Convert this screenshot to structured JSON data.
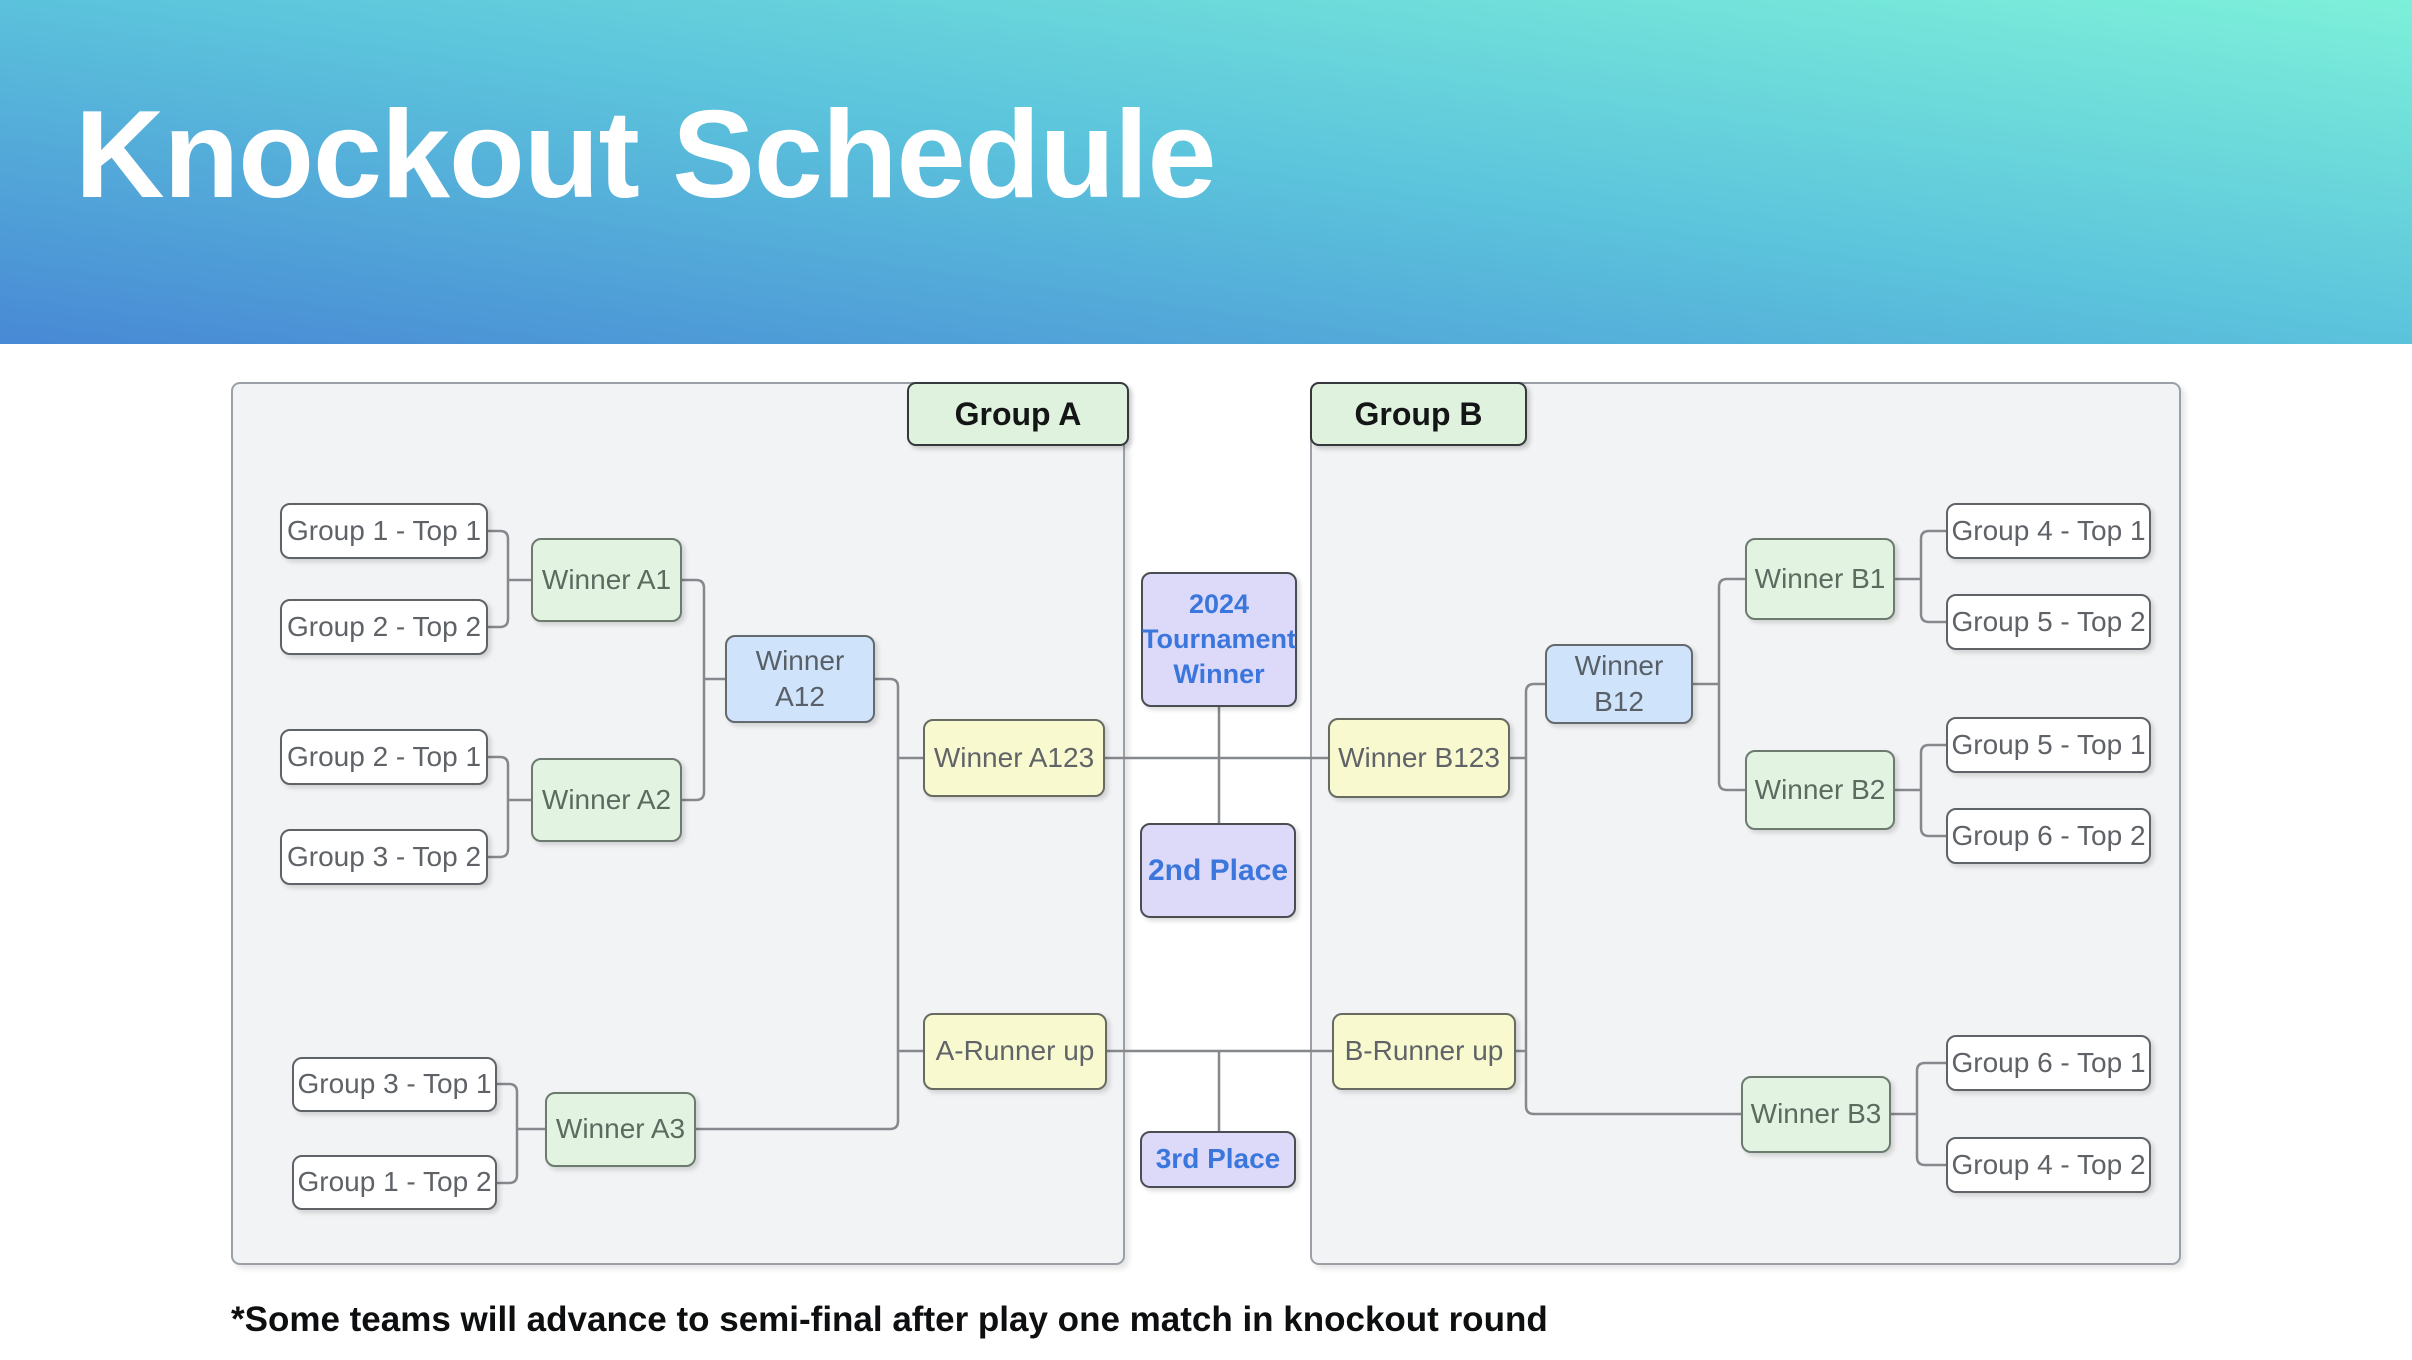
{
  "header": {
    "title": "Knockout Schedule"
  },
  "panels": {
    "group_a_label": "Group A",
    "group_b_label": "Group B"
  },
  "nodes": {
    "g1t1": "Group 1 - Top 1",
    "g2t2": "Group 2 - Top 2",
    "wA1": "Winner A1",
    "g2t1": "Group 2 - Top 1",
    "g3t2": "Group 3 - Top 2",
    "wA2": "Winner A2",
    "wA12": "Winner\nA12",
    "wA123": "Winner A123",
    "g3t1": "Group 3 - Top 1",
    "g1t2": "Group 1 - Top 2",
    "wA3": "Winner A3",
    "aRunner": "A-Runner up",
    "tw": "2024\nTournament\nWinner",
    "p2": "2nd Place",
    "p3": "3rd Place",
    "wB123": "Winner B123",
    "wB12": "Winner\nB12",
    "wB1": "Winner B1",
    "wB2": "Winner B2",
    "wB3": "Winner B3",
    "bRunner": "B-Runner up",
    "g4t1": "Group 4 - Top 1",
    "g5t2": "Group 5 - Top 2",
    "g5t1": "Group 5 - Top 1",
    "g6t2": "Group 6 - Top 2",
    "g6t1": "Group 6 - Top 1",
    "g4t2": "Group 4 - Top 2"
  },
  "footer": {
    "note": "*Some teams will advance to semi-final after play one match in knockout round"
  },
  "colors": {
    "header_gradient_start": "#7df0d9",
    "header_gradient_end": "#4889d5",
    "panel_fill": "#f2f3f4",
    "green_fill": "#e2f4e1",
    "blue_fill": "#cfe3fa",
    "yellow_fill": "#f9f9d0",
    "lavender_fill": "#dcdaf8",
    "lavender_text": "#3b76dd",
    "connector": "#85898d"
  }
}
